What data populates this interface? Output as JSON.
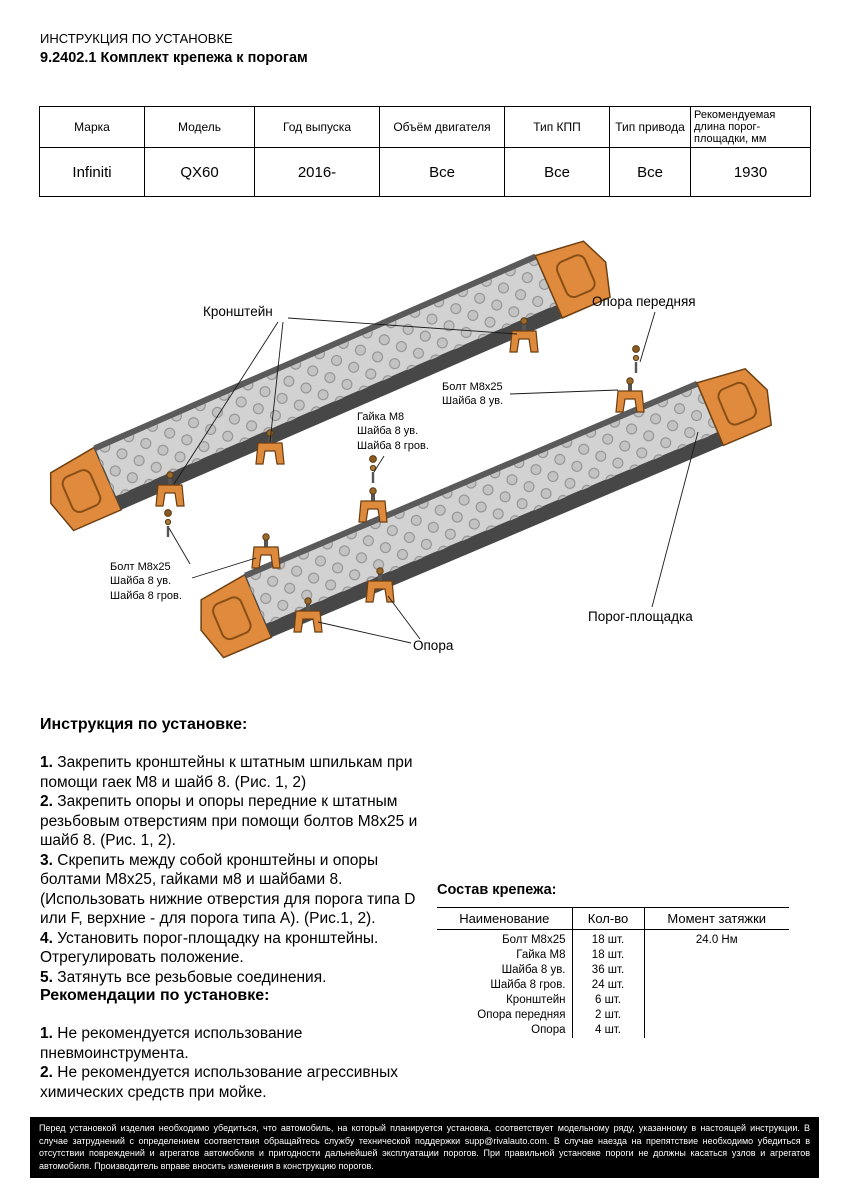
{
  "header": {
    "title": "ИНСТРУКЦИЯ ПО УСТАНОВКЕ",
    "subtitle": "9.2402.1 Комплект крепежа к порогам"
  },
  "spec_table": {
    "headers": [
      "Марка",
      "Модель",
      "Год выпуска",
      "Объём двигателя",
      "Тип КПП",
      "Тип привода",
      "Рекомендуемая длина порог-площадки, мм"
    ],
    "row": [
      "Infiniti",
      "QX60",
      "2016-",
      "Все",
      "Все",
      "Все",
      "1930"
    ]
  },
  "diagram": {
    "labels": {
      "kronshtein": "Кронштейн",
      "opora_front": "Опора передняя",
      "bolt_top": "Болт М8х25\nШайба 8 ув.",
      "gaika": "Гайка М8\nШайба 8 ув.\nШайба 8 гров.",
      "bolt_left": "Болт М8х25\nШайба 8 ув.\nШайба 8 гров.",
      "opora": "Опора",
      "porog": "Порог-площадка"
    },
    "colors": {
      "cap_orange": "#df8a3c",
      "tread_gray": "#d2d2d2",
      "edge_dark": "#474747"
    }
  },
  "instructions": {
    "title": "Инструкция по установке:",
    "steps": [
      {
        "num": "1.",
        "text": "Закрепить кронштейны к штатным шпилькам при помощи гаек М8 и шайб 8. (Рис. 1, 2)"
      },
      {
        "num": "2.",
        "text": "Закрепить опоры и опоры передние к штатным резьбовым отверстиям при помощи болтов М8х25 и шайб 8. (Рис. 1, 2)."
      },
      {
        "num": "3.",
        "text": "Скрепить между собой кронштейны и опоры болтами М8х25, гайками м8 и шайбами 8. (Использовать нижние отверстия для порога типа D или F, верхние - для порога типа А). (Рис.1, 2)."
      },
      {
        "num": "4.",
        "text": "Установить порог-площадку на кронштейны. Отрегулировать положение."
      },
      {
        "num": "5.",
        "text": "Затянуть все резьбовые соединения."
      }
    ]
  },
  "recommendations": {
    "title": "Рекомендации по установке:",
    "items": [
      {
        "num": "1.",
        "text": "Не рекомендуется использование пневмоинструмента."
      },
      {
        "num": "2.",
        "text": "Не рекомендуется использование агрессивных химических средств при мойке."
      }
    ]
  },
  "parts": {
    "title": "Состав крепежа:",
    "headers": [
      "Наименование",
      "Кол-во",
      "Момент затяжки"
    ],
    "rows": [
      {
        "name": "Болт М8х25",
        "qty": "18 шт.",
        "torque": "24.0 Нм"
      },
      {
        "name": "Гайка М8",
        "qty": "18 шт.",
        "torque": ""
      },
      {
        "name": "Шайба 8 ув.",
        "qty": "36 шт.",
        "torque": ""
      },
      {
        "name": "Шайба 8 гров.",
        "qty": "24 шт.",
        "torque": ""
      },
      {
        "name": "Кронштейн",
        "qty": "6 шт.",
        "torque": ""
      },
      {
        "name": "Опора передняя",
        "qty": "2 шт.",
        "torque": ""
      },
      {
        "name": "Опора",
        "qty": "4 шт.",
        "torque": ""
      }
    ]
  },
  "footer": {
    "text": "Перед установкой изделия необходимо убедиться, что автомобиль, на который планируется установка, соответствует модельному ряду, указанному в настоящей инструкции. В случае затруднений с определением соответствия обращайтесь службу технической поддержки supp@rivalauto.com. В случае наезда на препятствие необходимо убедиться в отсутствии повреждений и агрегатов автомобиля и пригодности дальнейшей эксплуатации порогов. При правильной установке пороги не должны касаться узлов и агрегатов автомобиля. Производитель вправе вносить изменения в конструкцию порогов."
  }
}
